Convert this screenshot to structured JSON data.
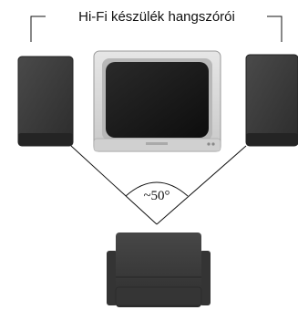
{
  "diagram": {
    "title": "Hi-Fi készülék hangszórói",
    "angle_label": "~50°",
    "colors": {
      "speaker": "#3d3d3d",
      "speaker_edge": "#2a2a2a",
      "tv_frame": "#d8d8d8",
      "tv_screen": "#1a1a1a",
      "chair": "#3a3a3a",
      "line": "#111111"
    },
    "components": {
      "left_speaker": "speaker",
      "right_speaker": "speaker",
      "tv": "television",
      "chair": "armchair"
    }
  }
}
